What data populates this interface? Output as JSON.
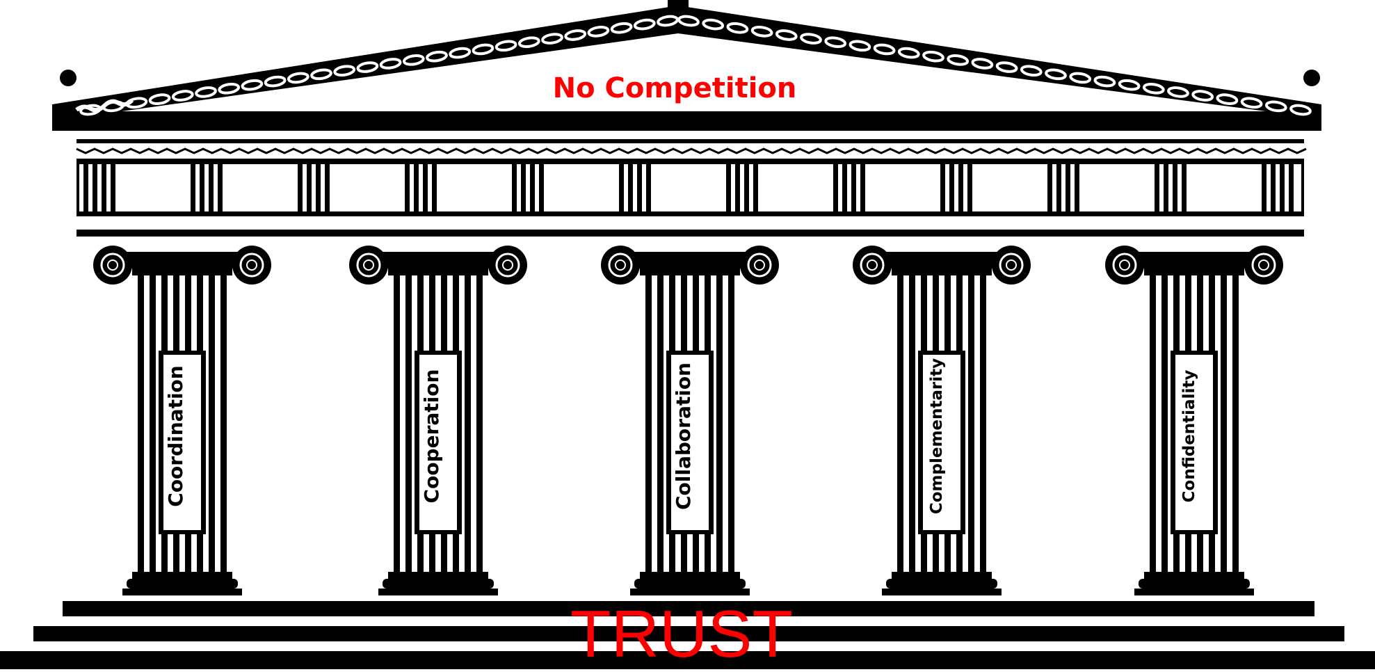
{
  "diagram": {
    "roof_title": "No Competition",
    "base_title": "TRUST",
    "pillars": [
      {
        "label": "Coordination"
      },
      {
        "label": "Cooperation"
      },
      {
        "label": "Collaboration"
      },
      {
        "label": "Complementarity"
      },
      {
        "label": "Confidentiality"
      }
    ],
    "colors": {
      "structure": "#000000",
      "background": "#ffffff",
      "accent_text": "#ff0000",
      "label_text": "#000000"
    }
  }
}
